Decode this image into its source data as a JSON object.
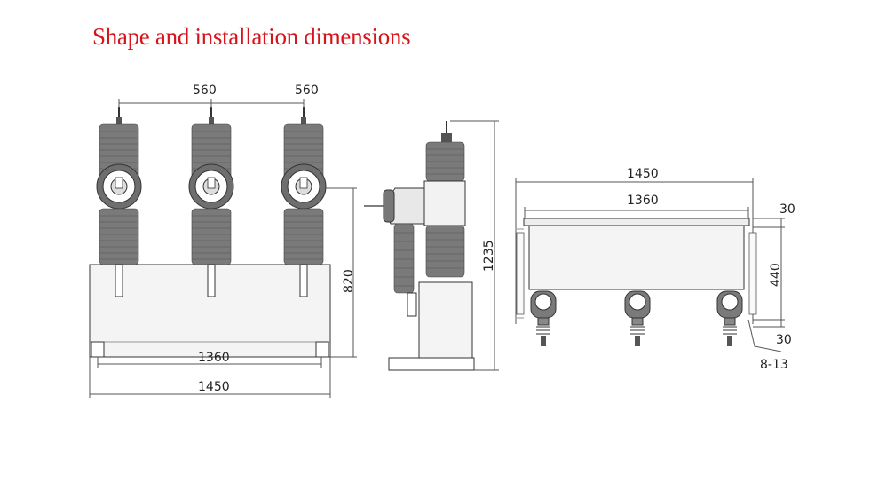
{
  "title": "Shape and installation dimensions",
  "colors": {
    "title": "#d7141a",
    "insulator": "#7a7a7a"
  },
  "front_view": {
    "pole_spacing_left": "560",
    "pole_spacing_right": "560",
    "height_820": "820",
    "mount_width": "1360",
    "overall_width": "1450"
  },
  "side_view": {
    "overall_height": "1235"
  },
  "top_view": {
    "overall_width": "1450",
    "mount_width": "1360",
    "top_offset": "30",
    "mount_depth": "440",
    "bottom_offset": "30",
    "mount_holes": "8-13"
  }
}
